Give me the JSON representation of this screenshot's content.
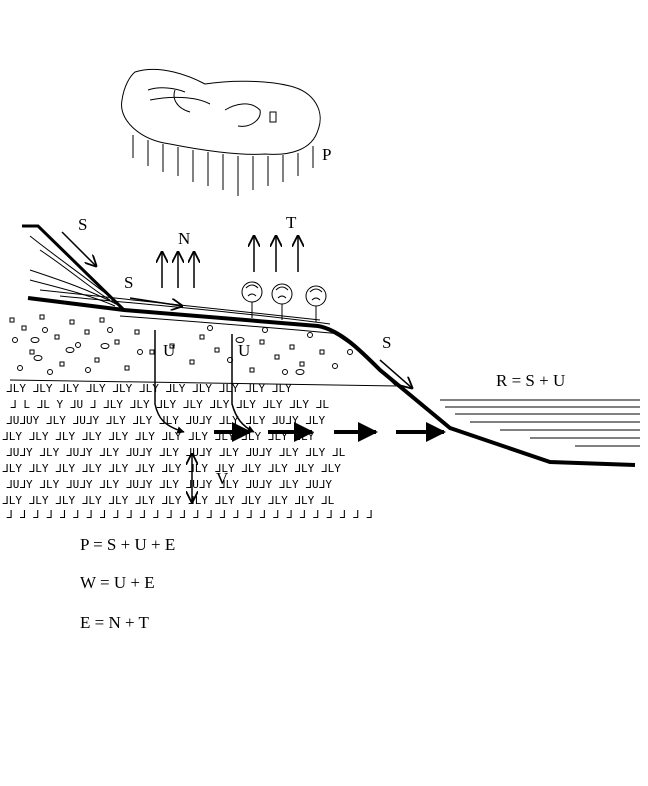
{
  "labels": {
    "precipitation": "P",
    "surface_runoff_top": "S",
    "surface_runoff_mid": "S",
    "surface_runoff_right": "S",
    "evaporation": "N",
    "transpiration": "T",
    "subsurface_left": "U",
    "subsurface_right": "U",
    "deep_percolation": "V"
  },
  "runoff_equation": "R = S + U",
  "equations": [
    "P = S + U + E",
    "W = U + E",
    "E = N + T"
  ],
  "colors": {
    "ink": "#000000",
    "background": "#ffffff"
  }
}
